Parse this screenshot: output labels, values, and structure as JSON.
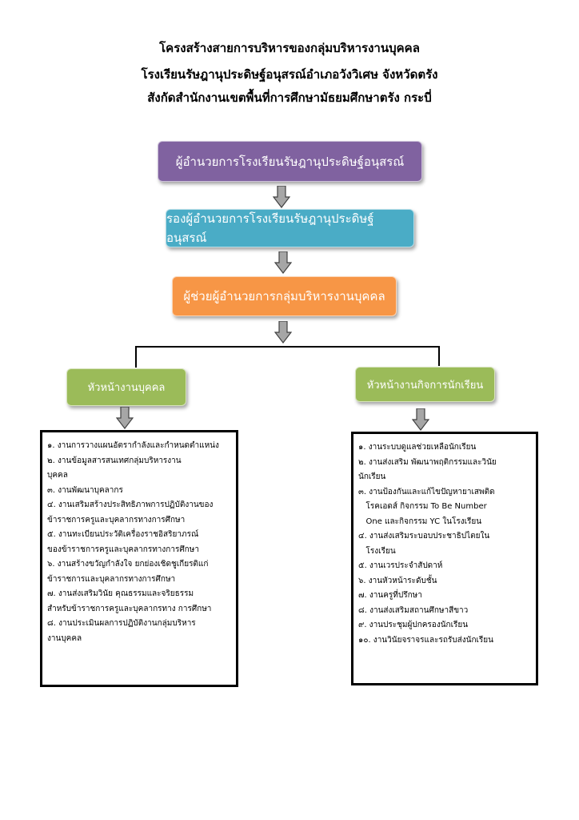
{
  "header": {
    "line1": "โครงสร้างสายการบริหารของกลุ่มบริหารงานบุคคล",
    "line2": "โรงเรียนรัษฎานุประดิษฐ์อนุสรณ์อำเภอวังวิเศษ   จังหวัดตรัง",
    "line3": "สังกัดสำนักงานเขตพื้นที่การศึกษามัธยมศึกษาตรัง กระบี่"
  },
  "colors": {
    "director": "#8062a0",
    "deputy": "#4aacc6",
    "assistant": "#f79646",
    "head": "#9bbb59"
  },
  "nodes": {
    "director": "ผู้อำนวยการโรงเรียนรัษฎานุประดิษฐ์อนุสรณ์",
    "deputy": "รองผู้อำนวยการโรงเรียนรัษฎานุประดิษฐ์อนุสรณ์",
    "assistant": "ผู้ช่วยผู้อำนวยการกลุ่มบริหารงานบุคคล",
    "left_head": "หัวหน้างานบุคคล",
    "right_head": "หัวหน้างานกิจการนักเรียน"
  },
  "left_list": [
    "๑. งานการวางแผนอัตรากำลังและกำหนดตำแหน่ง",
    "๒. งานข้อมูลสารสนเทศกลุ่มบริหารงาน\nบุคคล",
    "๓. งานพัฒนาบุคลากร",
    "๔. งานเสริมสร้างประสิทธิภาพการปฏิบัติงานของ\nข้าราชการครูและบุคลากรทางการศึกษา",
    "๕. งานทะเบียนประวัติเครื่องราชอิสริยาภรณ์\nของข้าราชการครูและบุคลากรทางการศึกษา",
    "๖. งานสร้างขวัญกำลังใจ ยกย่องเชิดชูเกียรติแก่\nข้าราชการและบุคลากรทางการศึกษา",
    "๗. งานส่งเสริมวินัย คุณธรรมและจริยธรรม\nสำหรับข้าราชการครูและบุคลากรทาง การศึกษา",
    "๘. งานประเมินผลการปฏิบัติงานกลุ่มบริหาร\nงานบุคคล"
  ],
  "right_list": [
    "๑. งานระบบดูแลช่วยเหลือนักเรียน",
    "๒. งานส่งเสริม พัฒนาพฤติกรรมและวินัย\nนักเรียน",
    "๓. งานป้องกันและแก้ไขปัญหายาเสพติด\n   โรคเอดส์ กิจกรรม To Be Number\n   One และกิจกรรม YC ในโรงเรียน",
    "๔. งานส่งเสริมระบอบประชาธิปไตยใน\n   โรงเรียน",
    "๕. งานเวรประจำสัปดาห์",
    "๖. งานหัวหน้าระดับชั้น",
    "๗. งานครูที่ปรึกษา",
    "๘. งานส่งเสริมสถานศึกษาสีขาว",
    "๙. งานประชุมผู้ปกครองนักเรียน",
    "๑๐. งานวินัยจราจรและรถรับส่งนักเรียน"
  ]
}
